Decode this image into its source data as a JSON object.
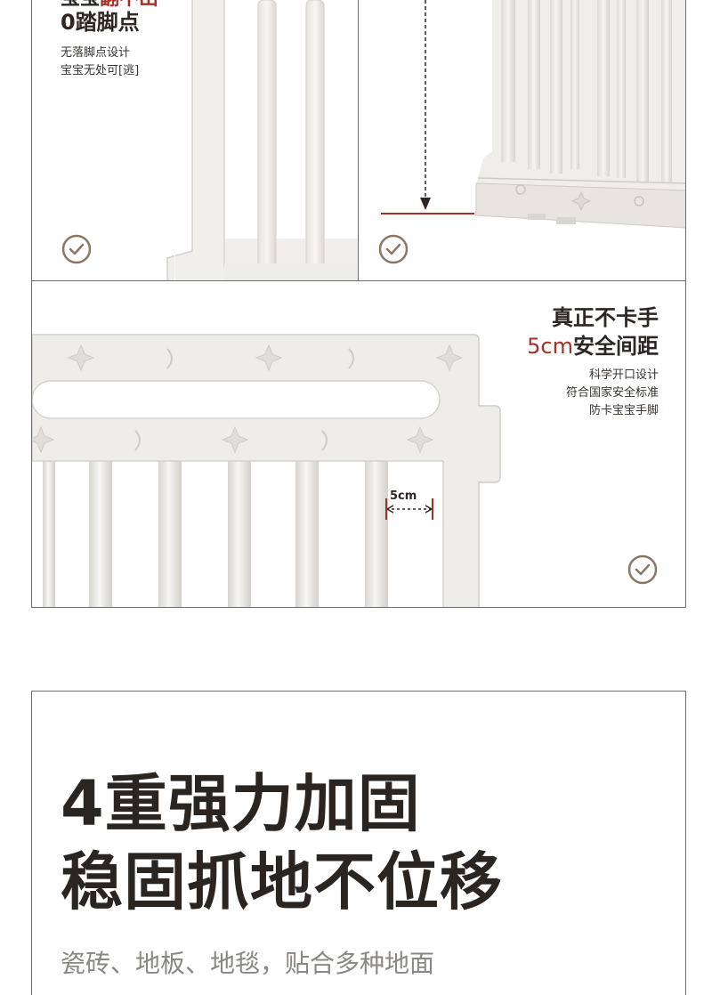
{
  "panel_top_left": {
    "heading_cut_dark": "宝宝",
    "heading_cut_red": "翻不出",
    "heading_line2": "0踏脚点",
    "desc_line1": "无落脚点设计",
    "desc_line2": "宝宝无处可[逃]",
    "check_icon": "check-circle-icon"
  },
  "panel_top_right": {
    "check_icon": "check-circle-icon"
  },
  "panel_mid": {
    "heading_line1": "真正不卡手",
    "heading_line2_red": "5cm",
    "heading_line2_dark": "安全间距",
    "desc_line1": "科学开口设计",
    "desc_line2": "符合国家安全标准",
    "desc_line3": "防卡宝宝手脚",
    "gap_label": "5cm",
    "check_icon": "check-circle-icon"
  },
  "panel_bottom": {
    "title_line1": "4重强力加固",
    "title_line2": "稳固抓地不位移",
    "subtitle": "瓷砖、地板、地毯，贴合多种地面"
  },
  "colors": {
    "accent_red": "#a33126",
    "text_dark": "#2d2622",
    "fence_white": "#f2f0ed",
    "check_brown": "#8a7663"
  }
}
